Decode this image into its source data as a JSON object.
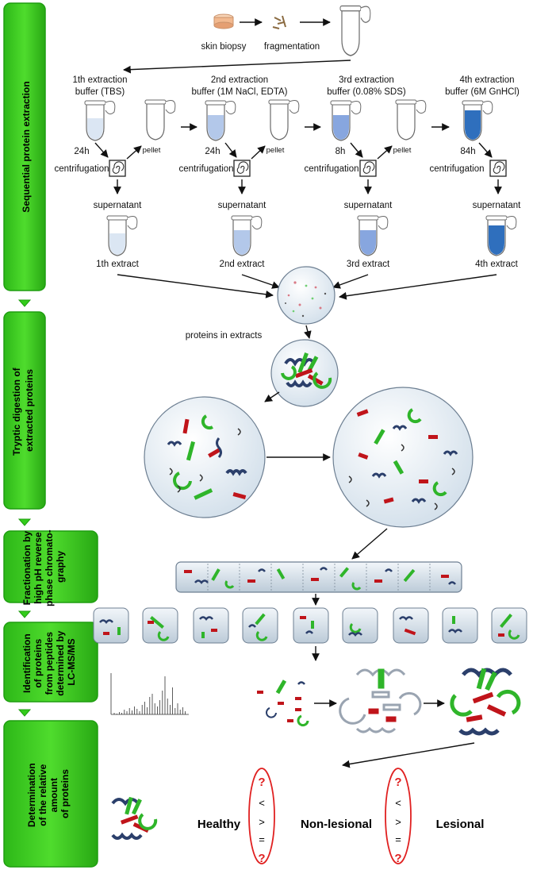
{
  "stages": [
    "Sequential protein extraction",
    "Tryptic digestion of extracted proteins",
    "Fractionation by high pH reverse phase chromato- graphy",
    "Identification of proteins from peptides determined by LC-MS/MS",
    "Determination of the relative amount of proteins"
  ],
  "top": {
    "skin_biopsy": "skin biopsy",
    "fragmentation": "fragmentation"
  },
  "extractions": [
    {
      "line1": "1th extraction",
      "line2": "buffer (TBS)",
      "time": "24h",
      "extract": "1th extract",
      "color": "#dbe6f3"
    },
    {
      "line1": "2nd extraction",
      "line2": "buffer (1M NaCl, EDTA)",
      "time": "24h",
      "extract": "2nd extract",
      "color": "#b3c8ea"
    },
    {
      "line1": "3rd extraction",
      "line2": "buffer (0.08% SDS)",
      "time": "8h",
      "extract": "3rd extract",
      "color": "#87a6df"
    },
    {
      "line1": "4th extraction",
      "line2": "buffer (6M GnHCl)",
      "time": "84h",
      "extract": "4th extract",
      "color": "#2f6fbd"
    }
  ],
  "labels": {
    "pellet": "pellet",
    "centrifugation": "centrifugation",
    "supernatant": "supernatant",
    "proteins_in_extracts": "proteins in extracts"
  },
  "comparison": {
    "healthy": "Healthy",
    "non_lesional": "Non-lesional",
    "lesional": "Lesional",
    "symbols": [
      "?",
      "<",
      ">",
      "=",
      "?"
    ]
  },
  "colors": {
    "stage_fill": "#33cc1a",
    "stage_dark": "#1f9e10",
    "peptide_red": "#c0141a",
    "peptide_green": "#2fb52a",
    "helix_blue": "#2b3f6b",
    "question_red": "#e02020"
  }
}
